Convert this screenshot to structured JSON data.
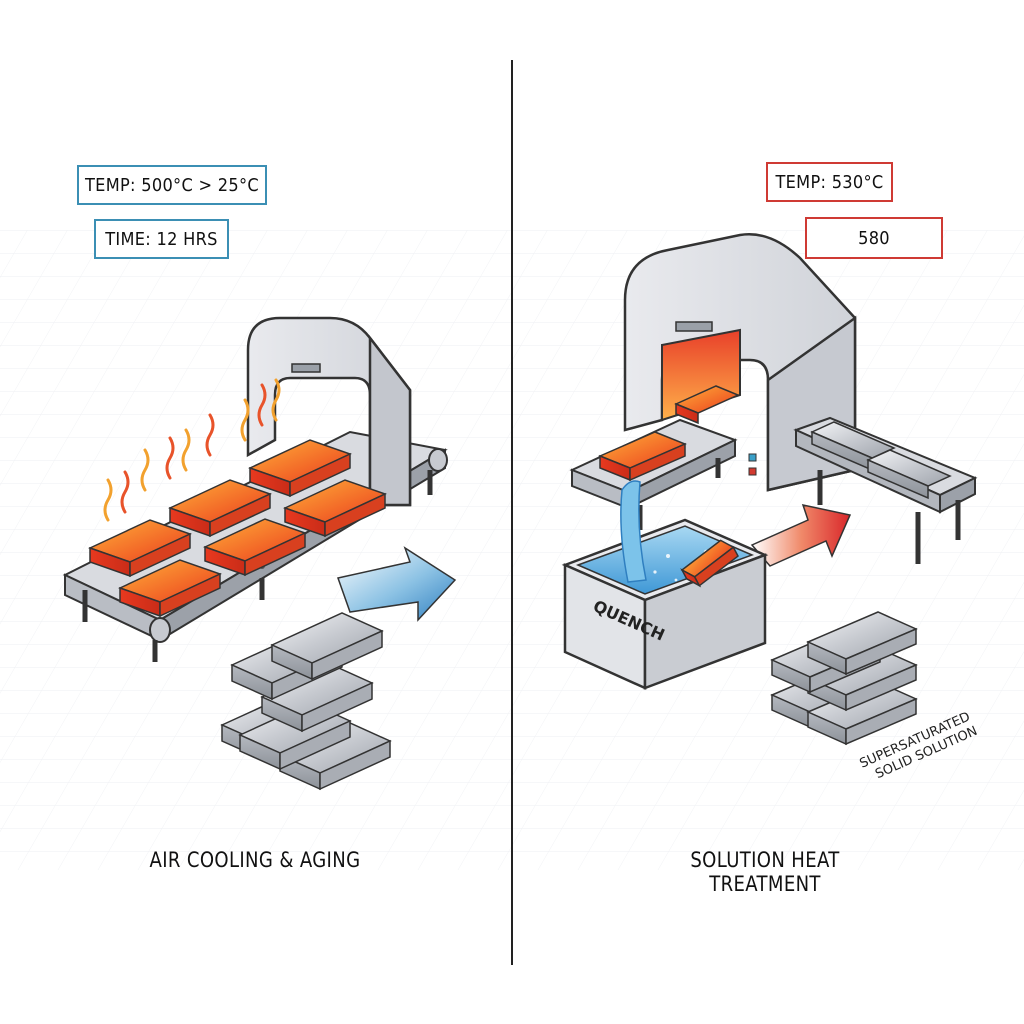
{
  "left_panel": {
    "temp_label": "TEMP: 500°C > 25°C",
    "time_label": "TIME: 12 HRS",
    "caption": "AIR COOLING & AGING"
  },
  "right_panel": {
    "temp_label": "TEMP: 530°C",
    "value_label": "580",
    "tank_label": "QUENCH",
    "result_label_line1": "SUPERSATURATED",
    "result_label_line2": "SOLID SOLUTION",
    "caption": "SOLUTION HEAT TREATMENT"
  },
  "colors": {
    "left_accent": "#3b8fb4",
    "right_accent": "#cf3a34",
    "hot_metal": "#f0612a",
    "aluminum": "#c9ccd2",
    "water": "#4ea8dc"
  },
  "icons": [
    "heat-wave-icon",
    "cooling-arrow-icon",
    "heating-arrow-icon",
    "water-stream-icon"
  ]
}
